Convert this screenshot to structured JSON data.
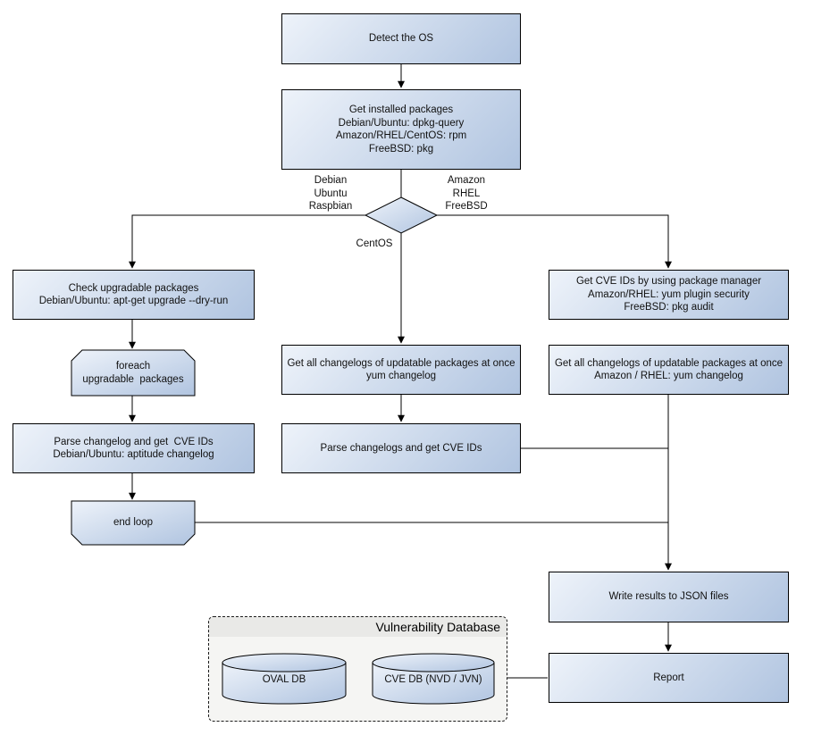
{
  "flowchart": {
    "nodes": {
      "detect_os": "Detect the OS",
      "get_installed_packages": "Get installed packages\nDebian/Ubuntu: dpkg-query\nAmazon/RHEL/CentOS: rpm\nFreeBSD: pkg",
      "check_upgradable": "Check upgradable packages\nDebian/Ubuntu: apt-get upgrade --dry-run",
      "foreach_loop": "foreach\nupgradable  packages",
      "parse_changelog_debian": "Parse changelog and get  CVE IDs\nDebian/Ubuntu: aptitude changelog",
      "end_loop": "end loop",
      "get_changelogs_centos": "Get all changelogs of updatable packages at once\nyum changelog",
      "parse_changelogs_centos": "Parse changelogs and get CVE IDs",
      "get_cve_ids_pkg_manager": "Get CVE IDs by using package manager\nAmazon/RHEL: yum plugin security\nFreeBSD: pkg audit",
      "get_changelogs_amazon": "Get all changelogs of updatable packages at once\nAmazon / RHEL: yum changelog",
      "write_results": "Write results to JSON files",
      "report": "Report"
    },
    "branch_labels": {
      "left": "Debian\nUbuntu\nRaspbian",
      "right": "Amazon\nRHEL\nFreeBSD",
      "center": "CentOS"
    },
    "database_group": {
      "title": "Vulnerability Database",
      "databases": [
        "OVAL DB",
        "CVE DB (NVD / JVN)"
      ]
    },
    "colors": {
      "node_fill_light": "#eef3fa",
      "node_fill_dark": "#b0c4e0",
      "node_border": "#000000",
      "connector": "#000000",
      "group_fill": "#f5f5f3",
      "group_header_fill": "#e9e9e7"
    }
  }
}
